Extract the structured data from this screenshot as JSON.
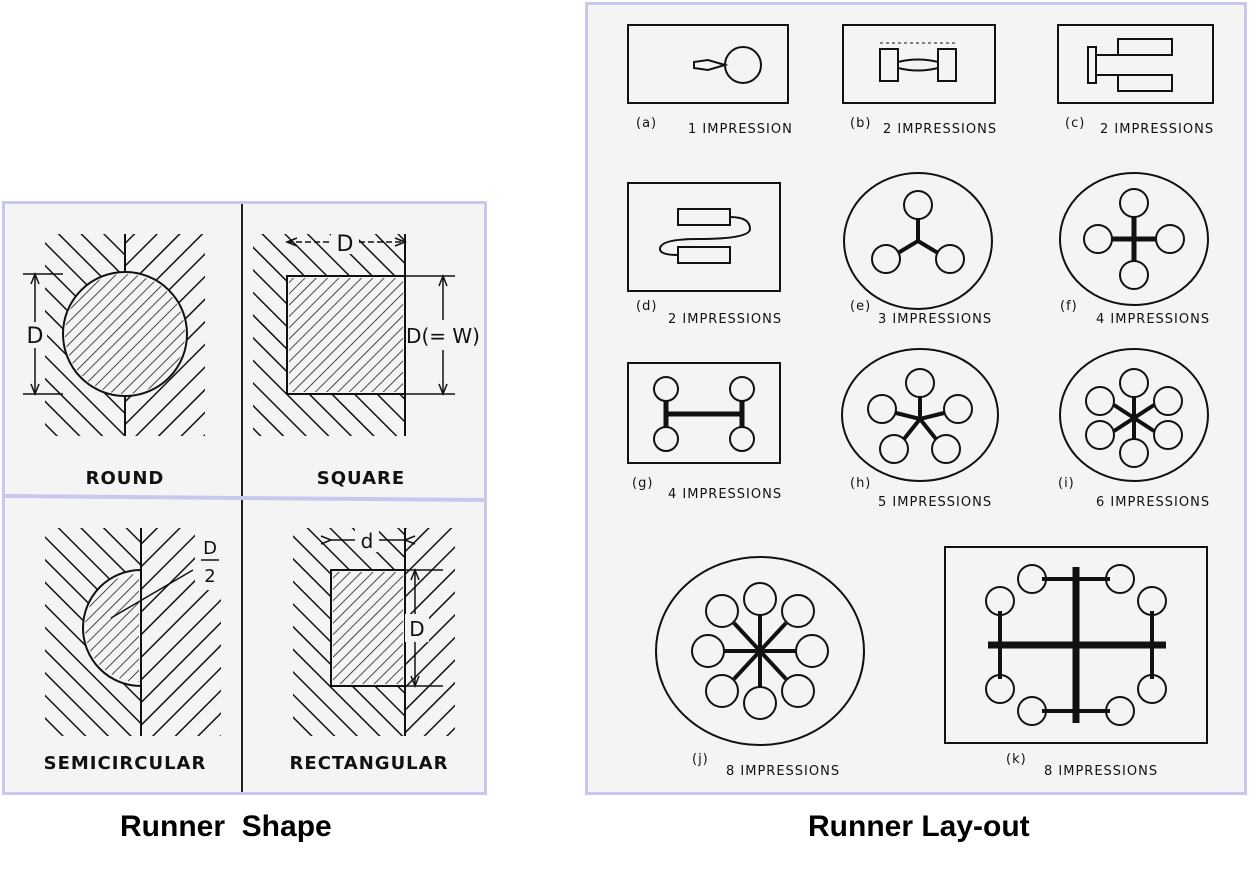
{
  "captions": {
    "left": "Runner  Shape",
    "right": "Runner Lay-out"
  },
  "runner_shapes": [
    {
      "name": "ROUND",
      "dim": "D"
    },
    {
      "name": "SQUARE",
      "dim_top": "D",
      "dim_side": "D(= W)"
    },
    {
      "name": "SEMICIRCULAR",
      "dim_num": "D",
      "dim_den": "2"
    },
    {
      "name": "RECTANGULAR",
      "dim_top": "d",
      "dim_side": "D"
    }
  ],
  "layouts": [
    {
      "letter": "(a)",
      "text": "1 IMPRESSION"
    },
    {
      "letter": "(b)",
      "text": "2 IMPRESSIONS"
    },
    {
      "letter": "(c)",
      "text": "2 IMPRESSIONS"
    },
    {
      "letter": "(d)",
      "text": "2 IMPRESSIONS"
    },
    {
      "letter": "(e)",
      "text": "3 IMPRESSIONS"
    },
    {
      "letter": "(f)",
      "text": "4 IMPRESSIONS"
    },
    {
      "letter": "(g)",
      "text": "4 IMPRESSIONS"
    },
    {
      "letter": "(h)",
      "text": "5 IMPRESSIONS"
    },
    {
      "letter": "(i)",
      "text": "6 IMPRESSIONS"
    },
    {
      "letter": "(j)",
      "text": "8 IMPRESSIONS"
    },
    {
      "letter": "(k)",
      "text": "8 IMPRESSIONS"
    }
  ]
}
